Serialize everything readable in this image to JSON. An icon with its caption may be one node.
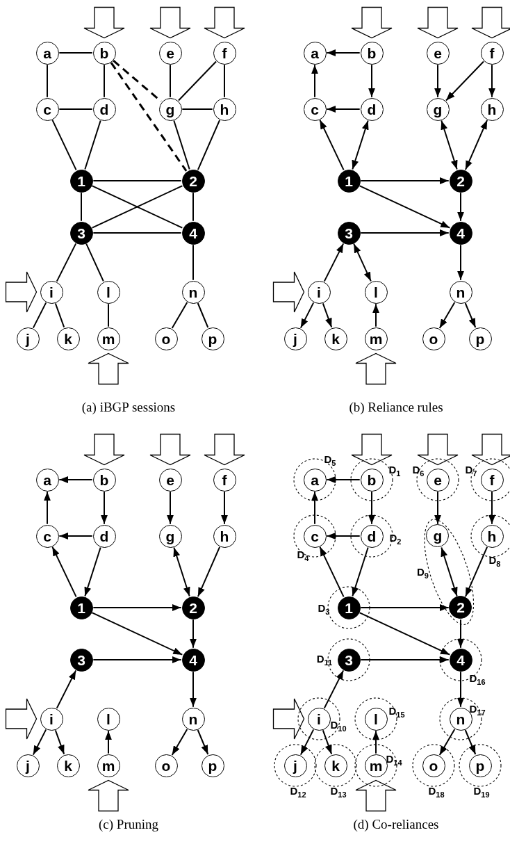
{
  "diagram": {
    "nodes": [
      {
        "text": [
          "a"
        ]
      },
      {
        "text": [
          "b"
        ]
      },
      {
        "text": [
          "e"
        ]
      },
      {
        "text": [
          "f"
        ]
      },
      {
        "text": [
          "c"
        ]
      },
      {
        "text": [
          "d"
        ]
      },
      {
        "text": [
          "g"
        ]
      },
      {
        "text": [
          "h"
        ]
      },
      {
        "text": [
          "1"
        ]
      },
      {
        "text": [
          "2"
        ]
      },
      {
        "text": [
          "3"
        ]
      },
      {
        "text": [
          "4"
        ]
      },
      {
        "text": [
          "i"
        ]
      },
      {
        "text": [
          "l"
        ]
      },
      {
        "text": [
          "n"
        ]
      },
      {
        "text": [
          "j"
        ]
      },
      {
        "text": [
          "k"
        ]
      },
      {
        "text": [
          "m"
        ]
      },
      {
        "text": [
          "o"
        ]
      },
      {
        "text": [
          "p"
        ]
      },
      {
        "text": [
          "a"
        ]
      },
      {
        "text": [
          "b"
        ]
      },
      {
        "text": [
          "e"
        ]
      },
      {
        "text": [
          "f"
        ]
      },
      {
        "text": [
          "c"
        ]
      },
      {
        "text": [
          "d"
        ]
      },
      {
        "text": [
          "g"
        ]
      },
      {
        "text": [
          "h"
        ]
      },
      {
        "text": [
          "1"
        ]
      },
      {
        "text": [
          "2"
        ]
      },
      {
        "text": [
          "3"
        ]
      },
      {
        "text": [
          "4"
        ]
      },
      {
        "text": [
          "i"
        ]
      },
      {
        "text": [
          "l"
        ]
      },
      {
        "text": [
          "n"
        ]
      },
      {
        "text": [
          "j"
        ]
      },
      {
        "text": [
          "k"
        ]
      },
      {
        "text": [
          "m"
        ]
      },
      {
        "text": [
          "o"
        ]
      },
      {
        "text": [
          "p"
        ]
      },
      {
        "text": [
          "a"
        ]
      },
      {
        "text": [
          "b"
        ]
      },
      {
        "text": [
          "e"
        ]
      },
      {
        "text": [
          "f"
        ]
      },
      {
        "text": [
          "c"
        ]
      },
      {
        "text": [
          "d"
        ]
      },
      {
        "text": [
          "g"
        ]
      },
      {
        "text": [
          "h"
        ]
      },
      {
        "text": [
          "1"
        ]
      },
      {
        "text": [
          "2"
        ]
      },
      {
        "text": [
          "3"
        ]
      },
      {
        "text": [
          "4"
        ]
      },
      {
        "text": [
          "i"
        ]
      },
      {
        "text": [
          "l"
        ]
      },
      {
        "text": [
          "n"
        ]
      },
      {
        "text": [
          "j"
        ]
      },
      {
        "text": [
          "k"
        ]
      },
      {
        "text": [
          "m"
        ]
      },
      {
        "text": [
          "o"
        ]
      },
      {
        "text": [
          "p"
        ]
      },
      {
        "text": [
          "D$_{5}$"
        ]
      },
      {
        "text": [
          "a"
        ],
        "in": 60
      },
      {
        "text": [
          "D$_{1}$"
        ]
      },
      {
        "text": [
          "b"
        ],
        "in": 62
      },
      {
        "text": [
          "D$_{6}$"
        ]
      },
      {
        "text": [
          "e"
        ],
        "in": 64
      },
      {
        "text": [
          "D$_{7}$"
        ]
      },
      {
        "text": [
          "f"
        ],
        "in": 66
      },
      {
        "text": [
          "D$_{4}$"
        ]
      },
      {
        "text": [
          "c"
        ],
        "in": 68
      },
      {
        "text": [
          "D$_{2}$"
        ]
      },
      {
        "text": [
          "d"
        ],
        "in": 70
      },
      {
        "text": [
          "D$_{9}$"
        ]
      },
      {
        "text": [
          "g"
        ],
        "in": 72
      },
      {
        "text": [
          "D$_{8}$"
        ]
      },
      {
        "text": [
          "h"
        ],
        "in": 74
      },
      {
        "text": [
          "D$_{3}$"
        ]
      },
      {
        "text": [
          "1"
        ],
        "in": 76
      },
      {
        "text": [
          "2"
        ],
        "in": 72
      },
      {
        "text": [
          "D$_{11}$"
        ]
      },
      {
        "text": [
          "3"
        ],
        "in": 79
      },
      {
        "text": [
          "D$_{16}$"
        ]
      },
      {
        "text": [
          "4"
        ],
        "in": 81
      },
      {
        "text": [
          "D$_{10}$"
        ]
      },
      {
        "text": [
          "i"
        ],
        "in": 83
      },
      {
        "text": [
          "D$_{15}$"
        ]
      },
      {
        "text": [
          "l"
        ],
        "in": 85
      },
      {
        "text": [
          "D$_{17}$"
        ]
      },
      {
        "text": [
          "n"
        ],
        "in": 87
      },
      {
        "text": [
          "D$_{12}$"
        ]
      },
      {
        "text": [
          "j"
        ],
        "in": 89
      },
      {
        "text": [
          "D$_{13}$"
        ]
      },
      {
        "text": [
          "k"
        ],
        "in": 91
      },
      {
        "text": [
          "D$_{14}$"
        ]
      },
      {
        "text": [
          "m"
        ],
        "in": 93
      },
      {
        "text": [
          "D$_{18}$"
        ]
      },
      {
        "text": [
          "o"
        ],
        "in": 95
      },
      {
        "text": [
          "D$_{19}$"
        ]
      },
      {
        "text": [
          "p"
        ],
        "in": 97
      }
    ],
    "edges": [
      {
        "from": 0,
        "to": 1,
        "arrow": "none"
      },
      {
        "from": 0,
        "to": 4,
        "arrow": "none"
      },
      {
        "from": 1,
        "to": 5,
        "arrow": "none"
      },
      {
        "from": 4,
        "to": 5,
        "arrow": "none"
      },
      {
        "from": 1,
        "to": 6,
        "arrow": "none",
        "style": "dashed"
      },
      {
        "from": 1,
        "to": 9,
        "arrow": "none",
        "style": "dashed"
      },
      {
        "from": 2,
        "to": 6,
        "arrow": "none"
      },
      {
        "from": 3,
        "to": 6,
        "arrow": "none"
      },
      {
        "from": 3,
        "to": 7,
        "arrow": "none"
      },
      {
        "from": 6,
        "to": 7,
        "arrow": "none"
      },
      {
        "from": 4,
        "to": 8,
        "arrow": "none"
      },
      {
        "from": 5,
        "to": 8,
        "arrow": "none"
      },
      {
        "from": 6,
        "to": 9,
        "arrow": "none"
      },
      {
        "from": 7,
        "to": 9,
        "arrow": "none"
      },
      {
        "from": 8,
        "to": 9,
        "arrow": "none"
      },
      {
        "from": 8,
        "to": 10,
        "arrow": "none"
      },
      {
        "from": 8,
        "to": 11,
        "arrow": "none"
      },
      {
        "from": 9,
        "to": 10,
        "arrow": "none"
      },
      {
        "from": 9,
        "to": 11,
        "arrow": "none"
      },
      {
        "from": 10,
        "to": 11,
        "arrow": "none"
      },
      {
        "from": 10,
        "to": 12,
        "arrow": "none"
      },
      {
        "from": 10,
        "to": 13,
        "arrow": "none"
      },
      {
        "from": 11,
        "to": 14,
        "arrow": "none"
      },
      {
        "from": 12,
        "to": 15,
        "arrow": "none"
      },
      {
        "from": 12,
        "to": 16,
        "arrow": "none"
      },
      {
        "from": 13,
        "to": 17,
        "arrow": "none"
      },
      {
        "from": 14,
        "to": 18,
        "arrow": "none"
      },
      {
        "from": 14,
        "to": 19,
        "arrow": "none"
      },
      {
        "from": null,
        "to": 1,
        "arrow": "to",
        "style": "thick"
      },
      {
        "from": null,
        "to": 2,
        "arrow": "to",
        "style": "thick"
      },
      {
        "from": null,
        "to": 3,
        "arrow": "to",
        "style": "thick"
      },
      {
        "from": null,
        "to": 12,
        "arrow": "to",
        "style": "thick"
      },
      {
        "from": null,
        "to": 17,
        "arrow": "to",
        "style": "thick"
      },
      {
        "from": 21,
        "to": 20,
        "arrow": "to"
      },
      {
        "from": 24,
        "to": 20,
        "arrow": "to"
      },
      {
        "from": 21,
        "to": 25,
        "arrow": "to"
      },
      {
        "from": 25,
        "to": 24,
        "arrow": "to"
      },
      {
        "from": 28,
        "to": 24,
        "arrow": "to"
      },
      {
        "from": 28,
        "to": 25,
        "arrow": "both"
      },
      {
        "from": 22,
        "to": 26,
        "arrow": "to"
      },
      {
        "from": 23,
        "to": 26,
        "arrow": "to"
      },
      {
        "from": 23,
        "to": 27,
        "arrow": "to"
      },
      {
        "from": 26,
        "to": 29,
        "arrow": "both"
      },
      {
        "from": 27,
        "to": 29,
        "arrow": "both"
      },
      {
        "from": 28,
        "to": 29,
        "arrow": "to"
      },
      {
        "from": 28,
        "to": 31,
        "arrow": "to"
      },
      {
        "from": 29,
        "to": 31,
        "arrow": "to"
      },
      {
        "from": 30,
        "to": 31,
        "arrow": "to"
      },
      {
        "from": 32,
        "to": 30,
        "arrow": "to"
      },
      {
        "from": 30,
        "to": 33,
        "arrow": "both"
      },
      {
        "from": 31,
        "to": 34,
        "arrow": "to"
      },
      {
        "from": 32,
        "to": 35,
        "arrow": "to"
      },
      {
        "from": 32,
        "to": 36,
        "arrow": "to"
      },
      {
        "from": 37,
        "to": 33,
        "arrow": "to"
      },
      {
        "from": 34,
        "to": 38,
        "arrow": "to"
      },
      {
        "from": 34,
        "to": 39,
        "arrow": "to"
      },
      {
        "from": null,
        "to": 21,
        "arrow": "to",
        "style": "thick"
      },
      {
        "from": null,
        "to": 22,
        "arrow": "to",
        "style": "thick"
      },
      {
        "from": null,
        "to": 23,
        "arrow": "to",
        "style": "thick"
      },
      {
        "from": null,
        "to": 32,
        "arrow": "to",
        "style": "thick"
      },
      {
        "from": null,
        "to": 37,
        "arrow": "to",
        "style": "thick"
      },
      {
        "from": 41,
        "to": 40,
        "arrow": "to"
      },
      {
        "from": 44,
        "to": 40,
        "arrow": "to"
      },
      {
        "from": 41,
        "to": 45,
        "arrow": "to"
      },
      {
        "from": 45,
        "to": 44,
        "arrow": "to"
      },
      {
        "from": 48,
        "to": 44,
        "arrow": "to"
      },
      {
        "from": 45,
        "to": 48,
        "arrow": "to"
      },
      {
        "from": 42,
        "to": 46,
        "arrow": "to"
      },
      {
        "from": 43,
        "to": 47,
        "arrow": "to"
      },
      {
        "from": 46,
        "to": 49,
        "arrow": "both"
      },
      {
        "from": 47,
        "to": 49,
        "arrow": "to"
      },
      {
        "from": 48,
        "to": 49,
        "arrow": "to"
      },
      {
        "from": 48,
        "to": 51,
        "arrow": "to"
      },
      {
        "from": 49,
        "to": 51,
        "arrow": "to"
      },
      {
        "from": 50,
        "to": 51,
        "arrow": "to"
      },
      {
        "from": 52,
        "to": 50,
        "arrow": "to"
      },
      {
        "from": 51,
        "to": 54,
        "arrow": "to"
      },
      {
        "from": 52,
        "to": 55,
        "arrow": "to"
      },
      {
        "from": 52,
        "to": 56,
        "arrow": "to"
      },
      {
        "from": 57,
        "to": 53,
        "arrow": "to"
      },
      {
        "from": 54,
        "to": 58,
        "arrow": "to"
      },
      {
        "from": 54,
        "to": 59,
        "arrow": "to"
      },
      {
        "from": null,
        "to": 41,
        "arrow": "to",
        "style": "thick"
      },
      {
        "from": null,
        "to": 42,
        "arrow": "to",
        "style": "thick"
      },
      {
        "from": null,
        "to": 43,
        "arrow": "to",
        "style": "thick"
      },
      {
        "from": null,
        "to": 52,
        "arrow": "to",
        "style": "thick"
      },
      {
        "from": null,
        "to": 57,
        "arrow": "to",
        "style": "thick"
      },
      {
        "from": 63,
        "to": 61,
        "arrow": "to"
      },
      {
        "from": 69,
        "to": 61,
        "arrow": "to"
      },
      {
        "from": 63,
        "to": 71,
        "arrow": "to"
      },
      {
        "from": 71,
        "to": 69,
        "arrow": "to"
      },
      {
        "from": 77,
        "to": 69,
        "arrow": "to"
      },
      {
        "from": 71,
        "to": 77,
        "arrow": "to"
      },
      {
        "from": 65,
        "to": 73,
        "arrow": "to"
      },
      {
        "from": 67,
        "to": 75,
        "arrow": "to"
      },
      {
        "from": 73,
        "to": 78,
        "arrow": "both"
      },
      {
        "from": 75,
        "to": 78,
        "arrow": "to"
      },
      {
        "from": 77,
        "to": 78,
        "arrow": "to"
      },
      {
        "from": 77,
        "to": 82,
        "arrow": "to"
      },
      {
        "from": 78,
        "to": 82,
        "arrow": "to"
      },
      {
        "from": 80,
        "to": 82,
        "arrow": "to"
      },
      {
        "from": 84,
        "to": 80,
        "arrow": "to"
      },
      {
        "from": 82,
        "to": 88,
        "arrow": "to"
      },
      {
        "from": 84,
        "to": 90,
        "arrow": "to"
      },
      {
        "from": 84,
        "to": 92,
        "arrow": "to"
      },
      {
        "from": 94,
        "to": 86,
        "arrow": "to"
      },
      {
        "from": 88,
        "to": 96,
        "arrow": "to"
      },
      {
        "from": 88,
        "to": 98,
        "arrow": "to"
      },
      {
        "from": null,
        "to": 63,
        "arrow": "to",
        "style": "thick"
      },
      {
        "from": null,
        "to": 65,
        "arrow": "to",
        "style": "thick"
      },
      {
        "from": null,
        "to": 67,
        "arrow": "to",
        "style": "thick"
      },
      {
        "from": null,
        "to": 84,
        "arrow": "to",
        "style": "thick"
      },
      {
        "from": null,
        "to": 94,
        "arrow": "to",
        "style": "thick"
      }
    ],
    "labels": [
      "(a) iBGP sessions",
      "(b) Reliance rules",
      "(c) Pruning",
      "(d) Co-reliances"
    ]
  }
}
